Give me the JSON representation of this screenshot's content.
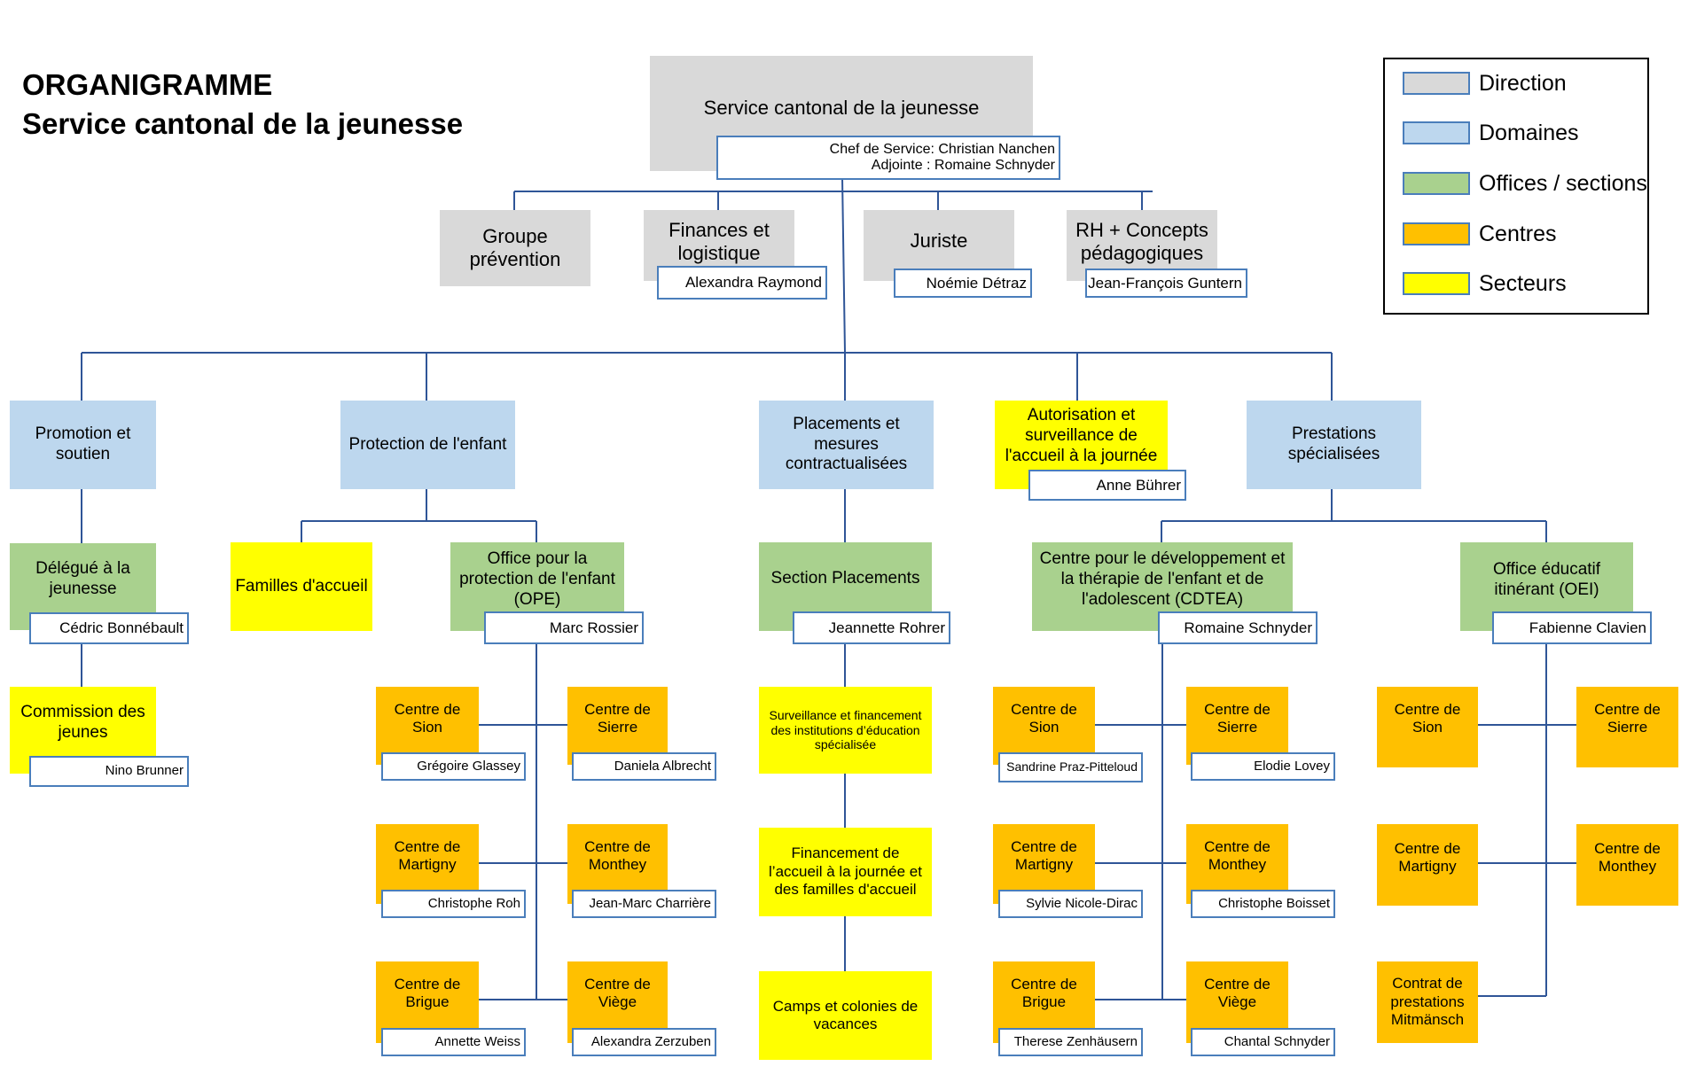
{
  "title": {
    "line1": "ORGANIGRAMME",
    "line2": "Service cantonal de la jeunesse"
  },
  "legend": [
    {
      "label": "Direction",
      "color": "#d9d9d9"
    },
    {
      "label": "Domaines",
      "color": "#bdd7ee"
    },
    {
      "label": "Offices / sections",
      "color": "#a9d18e"
    },
    {
      "label": "Centres",
      "color": "#ffc000"
    },
    {
      "label": "Secteurs",
      "color": "#ffff00"
    }
  ],
  "root": {
    "label": "Service cantonal de la jeunesse",
    "chef": "Chef de Service: Christian Nanchen",
    "adjointe": "Adjointe : Romaine Schnyder"
  },
  "staff": {
    "groupe": {
      "label": "Groupe prévention"
    },
    "finances": {
      "label": "Finances et logistique",
      "person": "Alexandra Raymond"
    },
    "juriste": {
      "label": "Juriste",
      "person": "Noémie Détraz"
    },
    "rh": {
      "label": "RH + Concepts pédagogiques",
      "person": "Jean-François Guntern"
    }
  },
  "promotion": {
    "label": "Promotion et soutien",
    "delegue": {
      "label": "Délégué à la jeunesse",
      "person": "Cédric Bonnébault"
    },
    "commission": {
      "label": "Commission des jeunes",
      "person": "Nino Brunner"
    }
  },
  "protection": {
    "label": "Protection de l'enfant",
    "familles": {
      "label": "Familles d'accueil"
    },
    "ope": {
      "label": "Office pour la protection de l'enfant (OPE)",
      "person": "Marc Rossier"
    },
    "centres": [
      {
        "label": "Centre de Sion",
        "person": "Grégoire Glassey"
      },
      {
        "label": "Centre de Sierre",
        "person": "Daniela Albrecht"
      },
      {
        "label": "Centre de Martigny",
        "person": "Christophe Roh"
      },
      {
        "label": "Centre de Monthey",
        "person": "Jean-Marc Charrière"
      },
      {
        "label": "Centre de Brigue",
        "person": "Annette Weiss"
      },
      {
        "label": "Centre de Viège",
        "person": "Alexandra Zerzuben"
      }
    ]
  },
  "placements": {
    "label": "Placements et mesures contractualisées",
    "section": {
      "label": "Section Placements",
      "person": "Jeannette Rohrer"
    },
    "secteurs": [
      {
        "label": "Surveillance et financement des institutions d’éducation spécialisée"
      },
      {
        "label": "Financement de l’accueil à la journée et des familles d'accueil"
      },
      {
        "label": "Camps et colonies de vacances"
      }
    ]
  },
  "autorisation": {
    "label": "Autorisation et surveillance de l'accueil à la journée",
    "person": "Anne Bührer"
  },
  "prestations": {
    "label": "Prestations spécialisées",
    "cdtea": {
      "label": "Centre pour le développement et la thérapie de l'enfant et de l'adolescent (CDTEA)",
      "person": "Romaine Schnyder",
      "centres": [
        {
          "label": "Centre de Sion",
          "person": "Sandrine Praz-Pitteloud"
        },
        {
          "label": "Centre de Sierre",
          "person": "Elodie Lovey"
        },
        {
          "label": "Centre de Martigny",
          "person": "Sylvie Nicole-Dirac"
        },
        {
          "label": "Centre de Monthey",
          "person": "Christophe Boisset"
        },
        {
          "label": "Centre de Brigue",
          "person": "Therese Zenhäusern"
        },
        {
          "label": "Centre de Viège",
          "person": "Chantal Schnyder"
        }
      ]
    },
    "oei": {
      "label": "Office éducatif itinérant (OEI)",
      "person": "Fabienne Clavien",
      "centres": [
        {
          "label": "Centre de Sion"
        },
        {
          "label": "Centre de Sierre"
        },
        {
          "label": "Centre de Martigny"
        },
        {
          "label": "Centre de Monthey"
        },
        {
          "label": "Contrat de prestations Mitmänsch"
        }
      ]
    }
  }
}
